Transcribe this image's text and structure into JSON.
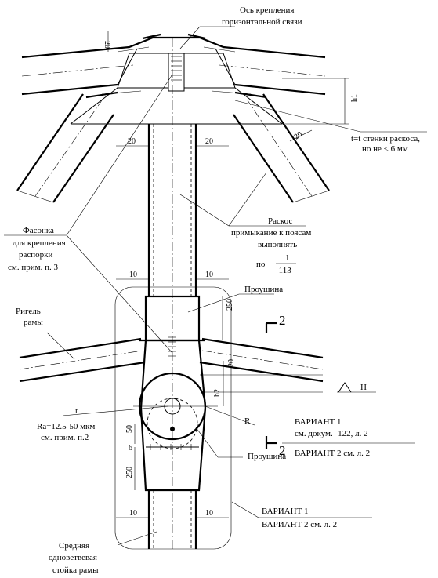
{
  "labels": {
    "axis_title_1": "Ось крепления",
    "axis_title_2": "горизонтальной связи",
    "dim_20_top": "20",
    "dim_h1": "h1",
    "thickness_1": "t=t стенки раскоса,",
    "thickness_2": "но не < 6 мм",
    "dim_20_left": "20",
    "dim_20_mid": "20",
    "dim_20_right": "20",
    "brace_1": "Раскос",
    "brace_2": "примыкание к поясам",
    "brace_3": "выполнять",
    "brace_po": "по",
    "brace_frac_num": "1",
    "brace_frac_den": "-113",
    "gusset_1": "Фасонка",
    "gusset_2": "для крепления",
    "gusset_3": "распорки",
    "gusset_4": "см. прим. п. 3",
    "dim_10_a": "10",
    "dim_10_b": "10",
    "eye_top": "Проушина",
    "dim_250_top": "250",
    "crossbar_1": "Ригель",
    "crossbar_2": "рамы",
    "section_2_top": "2",
    "dim_20_eye": "20",
    "dim_h2": "h2",
    "dim_H": "H",
    "dim_r": "r",
    "dim_R": "R",
    "ra_1": "Ra=12.5-50 мкм",
    "ra_2": "см. прим. п.2",
    "var1_top": "ВАРИАНТ 1",
    "var1_doc": "см. докум. -122, л. 2",
    "section_2_bot": "2",
    "var2_top": "ВАРИАНТ 2  см. л. 2",
    "dim_50": "50",
    "dim_6": "6",
    "eye_bottom": "Проушина",
    "dim_250_bot": "250",
    "dim_10_c": "10",
    "dim_10_d": "10",
    "var1_bot": "ВАРИАНТ 1",
    "var2_bot": "ВАРИАНТ 2 см. л. 2",
    "column_1": "Средняя",
    "column_2": "одноветвевая",
    "column_3": "стойка рамы"
  }
}
